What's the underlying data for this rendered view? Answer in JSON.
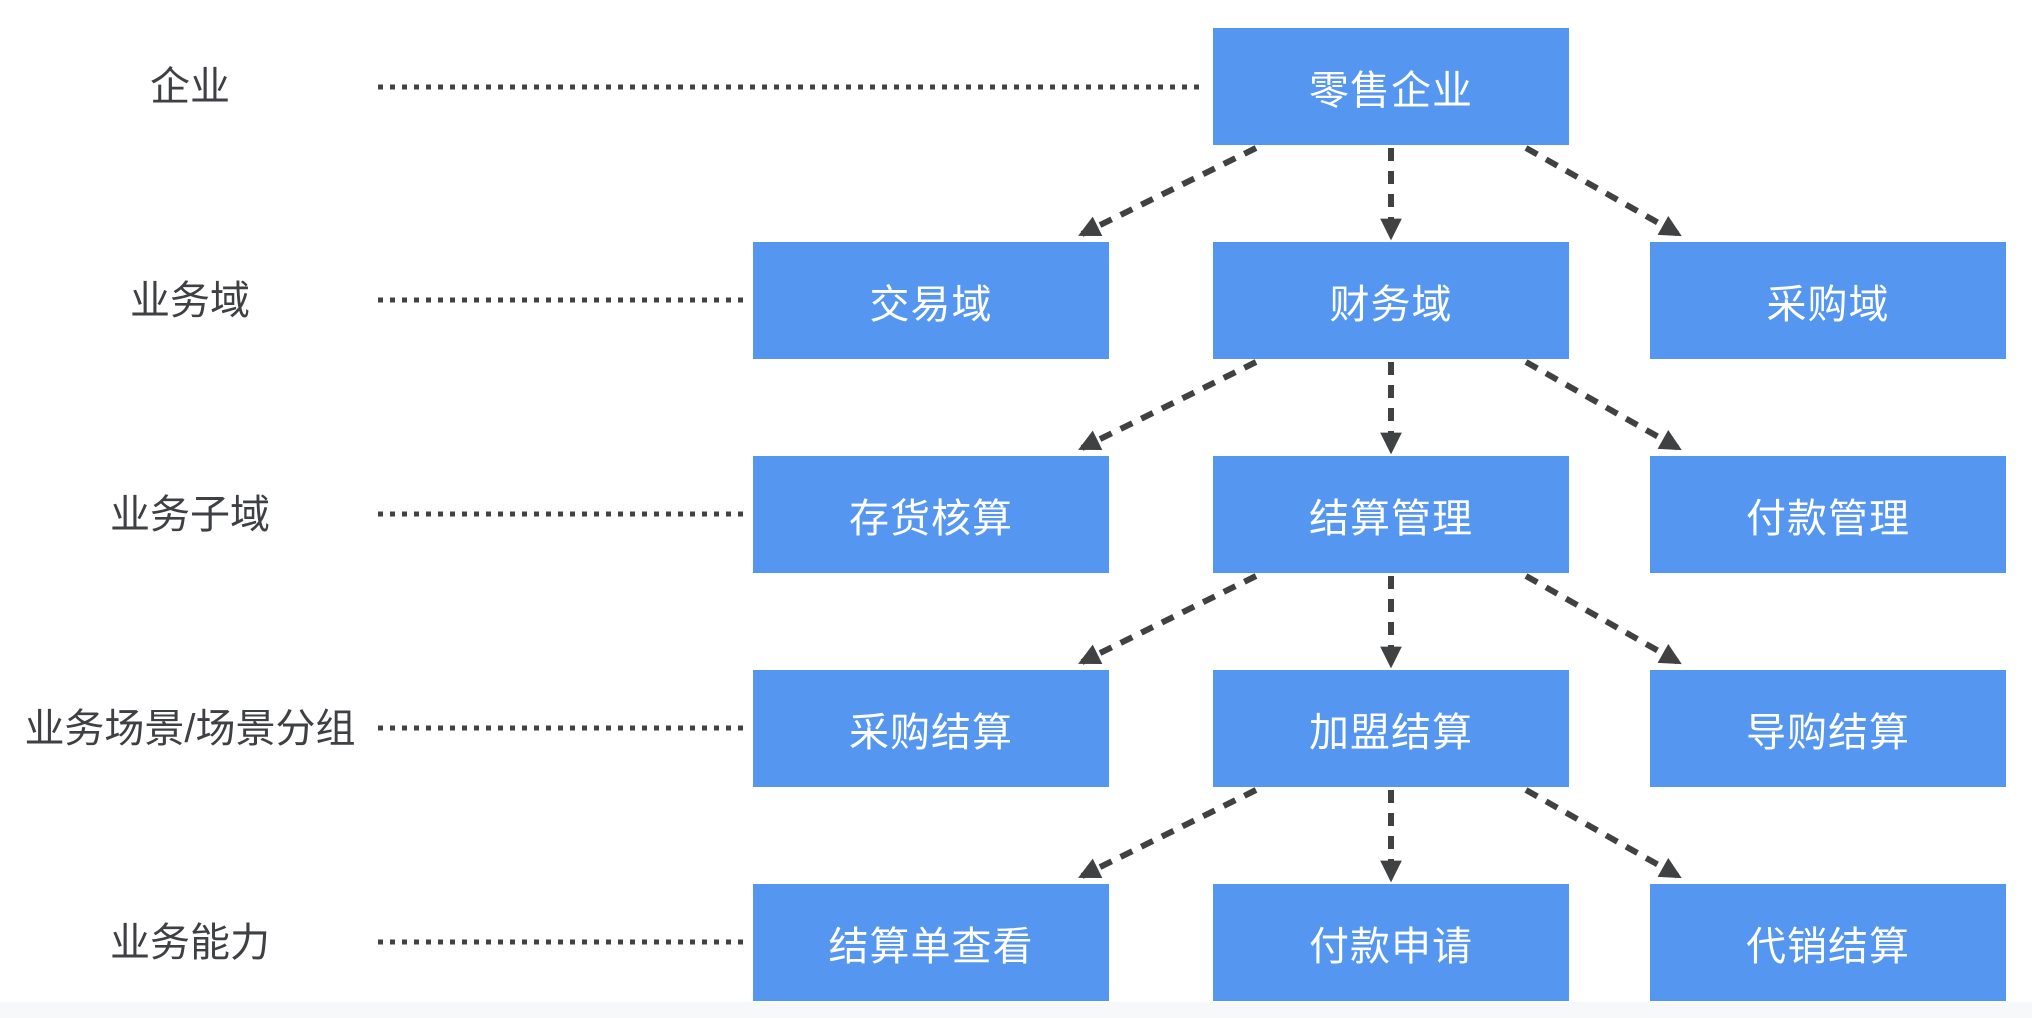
{
  "palette": {
    "node_fill": "#5596F0",
    "node_text": "#FFFFFF",
    "connector": "#3F4143",
    "label_text": "#3E4043",
    "footer_strip": "#F7F8F9",
    "background": "#FFFFFF"
  },
  "diagram": {
    "type": "hierarchy",
    "row_labels": [
      "企业",
      "业务域",
      "业务子域",
      "业务场景/场景分组",
      "业务能力"
    ],
    "levels": [
      {
        "label": "企业",
        "nodes": [
          "零售企业"
        ]
      },
      {
        "label": "业务域",
        "nodes": [
          "交易域",
          "财务域",
          "采购域"
        ]
      },
      {
        "label": "业务子域",
        "nodes": [
          "存货核算",
          "结算管理",
          "付款管理"
        ]
      },
      {
        "label": "业务场景/场景分组",
        "nodes": [
          "采购结算",
          "加盟结算",
          "导购结算"
        ]
      },
      {
        "label": "业务能力",
        "nodes": [
          "结算单查看",
          "付款申请",
          "代销结算"
        ]
      }
    ],
    "edges": [
      {
        "from": "零售企业",
        "to": "交易域"
      },
      {
        "from": "零售企业",
        "to": "财务域"
      },
      {
        "from": "零售企业",
        "to": "采购域"
      },
      {
        "from": "财务域",
        "to": "存货核算"
      },
      {
        "from": "财务域",
        "to": "结算管理"
      },
      {
        "from": "财务域",
        "to": "付款管理"
      },
      {
        "from": "结算管理",
        "to": "采购结算"
      },
      {
        "from": "结算管理",
        "to": "加盟结算"
      },
      {
        "from": "结算管理",
        "to": "导购结算"
      },
      {
        "from": "加盟结算",
        "to": "结算单查看"
      },
      {
        "from": "加盟结算",
        "to": "付款申请"
      },
      {
        "from": "加盟结算",
        "to": "代销结算"
      }
    ]
  }
}
